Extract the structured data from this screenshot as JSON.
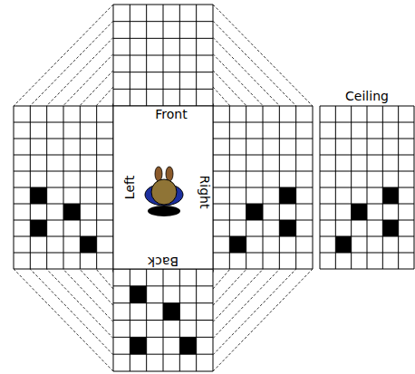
{
  "diagram": {
    "labels": [
      "Front",
      "Left",
      "Right",
      "Back",
      "Ceiling"
    ]
  }
}
